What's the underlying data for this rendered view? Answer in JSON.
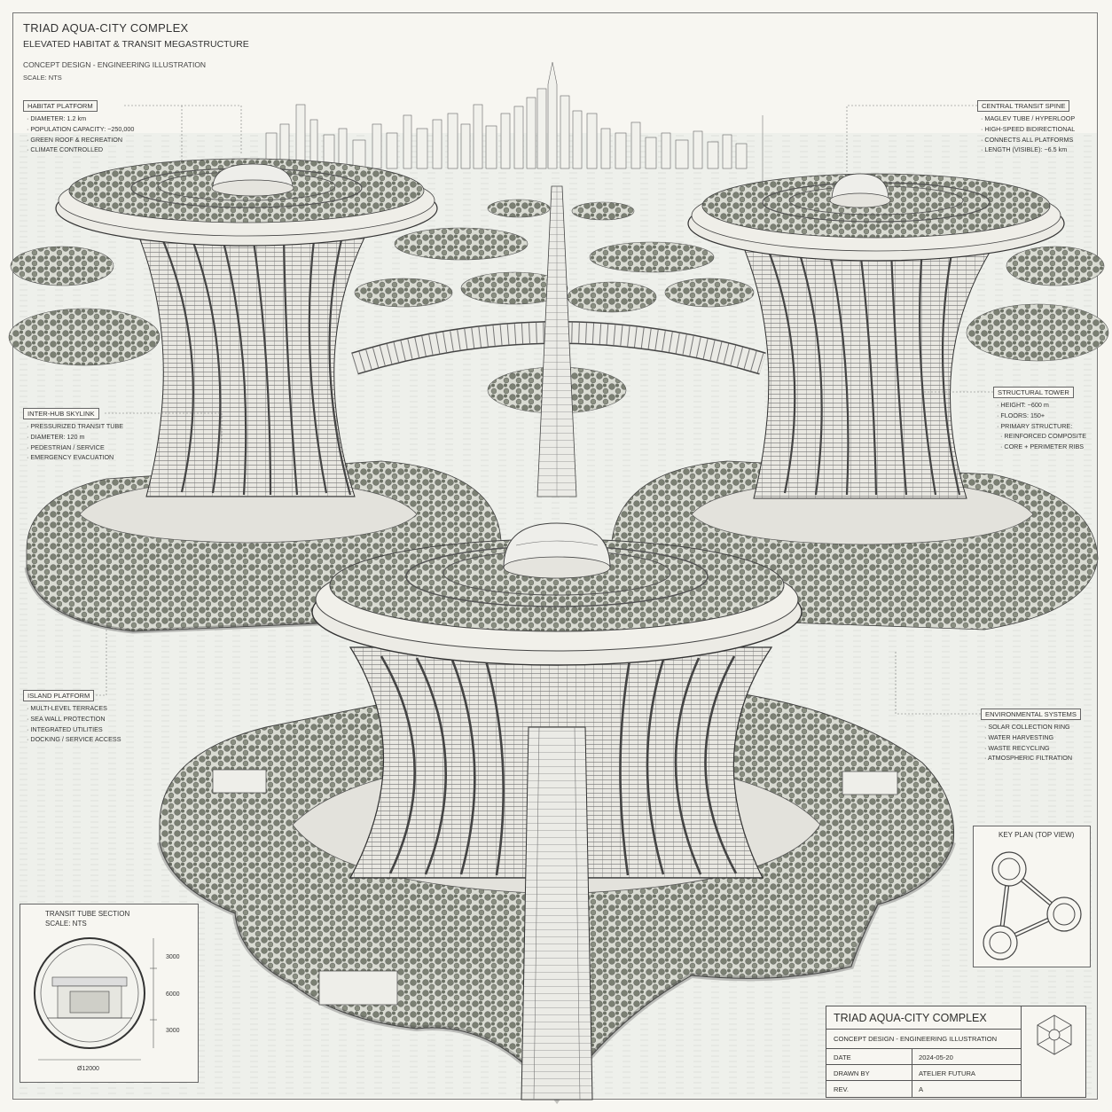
{
  "header": {
    "title": "TRIAD AQUA-CITY COMPLEX",
    "subtitle": "ELEVATED HABITAT & TRANSIT MEGASTRUCTURE",
    "note": "CONCEPT DESIGN - ENGINEERING ILLUSTRATION",
    "scale": "SCALE: NTS"
  },
  "callouts": {
    "habitat": {
      "title": "HABITAT PLATFORM",
      "items": [
        "DIAMETER: 1.2 km",
        "POPULATION CAPACITY: ~250,000",
        "GREEN ROOF & RECREATION",
        "CLIMATE CONTROLLED"
      ]
    },
    "spine": {
      "title": "CENTRAL TRANSIT SPINE",
      "items": [
        "MAGLEV TUBE / HYPERLOOP",
        "HIGH-SPEED BIDIRECTIONAL",
        "CONNECTS ALL PLATFORMS",
        "LENGTH (VISIBLE): ~6.5 km"
      ]
    },
    "skylink": {
      "title": "INTER-HUB SKYLINK",
      "items": [
        "PRESSURIZED TRANSIT TUBE",
        "DIAMETER: 120 m",
        "PEDESTRIAN / SERVICE",
        "EMERGENCY EVACUATION"
      ]
    },
    "tower": {
      "title": "STRUCTURAL TOWER",
      "items": [
        "HEIGHT: ~600 m",
        "FLOORS: 150+",
        "PRIMARY STRUCTURE:",
        "REINFORCED COMPOSITE",
        "CORE + PERIMETER RIBS"
      ]
    },
    "island": {
      "title": "ISLAND PLATFORM",
      "items": [
        "MULTI-LEVEL TERRACES",
        "SEA WALL PROTECTION",
        "INTEGRATED UTILITIES",
        "DOCKING / SERVICE ACCESS"
      ]
    },
    "env": {
      "title": "ENVIRONMENTAL SYSTEMS",
      "items": [
        "SOLAR COLLECTION RING",
        "WATER HARVESTING",
        "WASTE RECYCLING",
        "ATMOSPHERIC FILTRATION"
      ]
    }
  },
  "tube_section": {
    "title": "TRANSIT TUBE SECTION",
    "scale": "SCALE: NTS",
    "dim_top": "3000",
    "dim_mid": "6000",
    "dim_bottom": "3000",
    "diameter": "Ø12000"
  },
  "key_plan": {
    "title": "KEY PLAN (TOP VIEW)"
  },
  "title_block": {
    "title": "TRIAD AQUA-CITY COMPLEX",
    "subtitle": "CONCEPT DESIGN - ENGINEERING ILLUSTRATION",
    "date_label": "DATE",
    "date_value": "2024-05-20",
    "drawn_label": "DRAWN BY",
    "drawn_value": "ATELIER FUTURA",
    "rev_label": "REV.",
    "rev_value": "A"
  },
  "colors": {
    "paper": "#f7f6f1",
    "ink": "#2f2f2c",
    "foliage": "#6f7466",
    "water": "#eceee9"
  }
}
